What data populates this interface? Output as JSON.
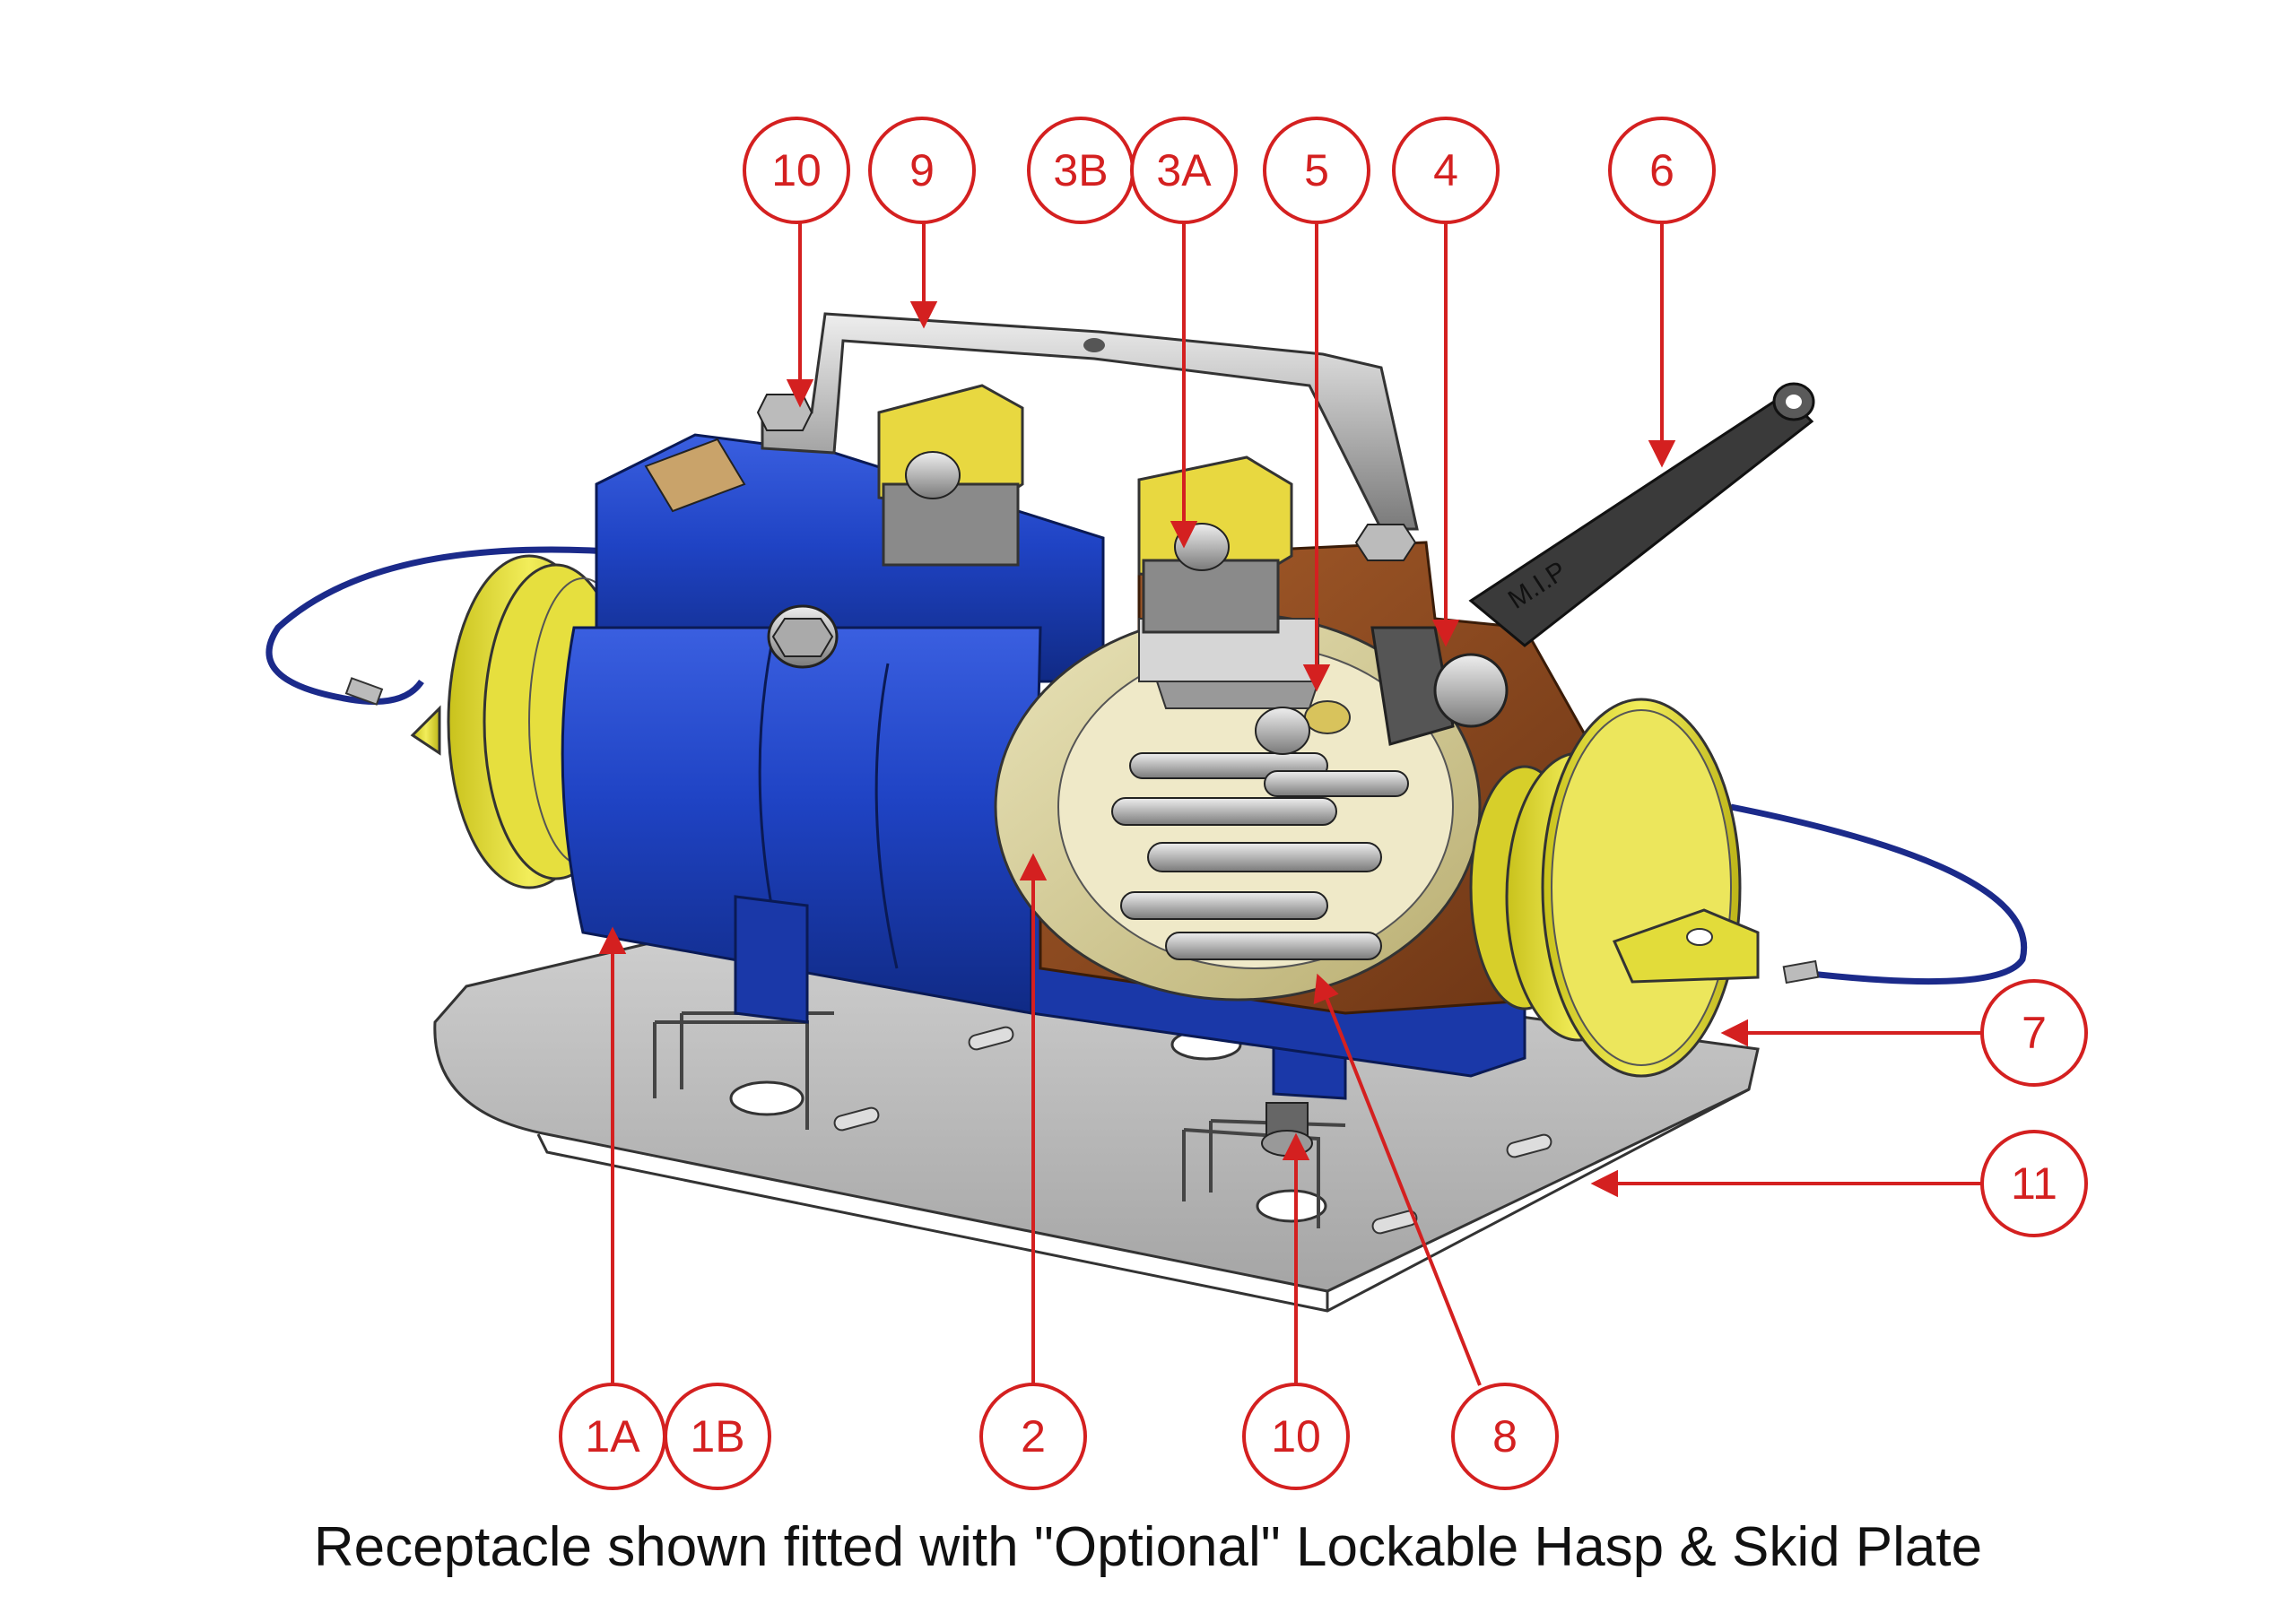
{
  "caption": "Receptacle shown fitted with \"Optional\" Lockable Hasp & Skid Plate",
  "callouts": [
    {
      "id": "c-10-top",
      "label": "10"
    },
    {
      "id": "c-9",
      "label": "9"
    },
    {
      "id": "c-3b",
      "label": "3B"
    },
    {
      "id": "c-3a",
      "label": "3A"
    },
    {
      "id": "c-5",
      "label": "5"
    },
    {
      "id": "c-4",
      "label": "4"
    },
    {
      "id": "c-6",
      "label": "6"
    },
    {
      "id": "c-7",
      "label": "7"
    },
    {
      "id": "c-11",
      "label": "11"
    },
    {
      "id": "c-1a",
      "label": "1A"
    },
    {
      "id": "c-1b",
      "label": "1B"
    },
    {
      "id": "c-2",
      "label": "2"
    },
    {
      "id": "c-10-bottom",
      "label": "10"
    },
    {
      "id": "c-8",
      "label": "8"
    }
  ],
  "handle_marking": "M.I.P",
  "colors": {
    "callout": "#d42020",
    "body_blue": "#1e40b8",
    "cap_yellow": "#e8e23a",
    "plate_grey": "#b9b9b9",
    "copper": "#8a4a20",
    "hasp_grey": "#a8a8a8"
  }
}
